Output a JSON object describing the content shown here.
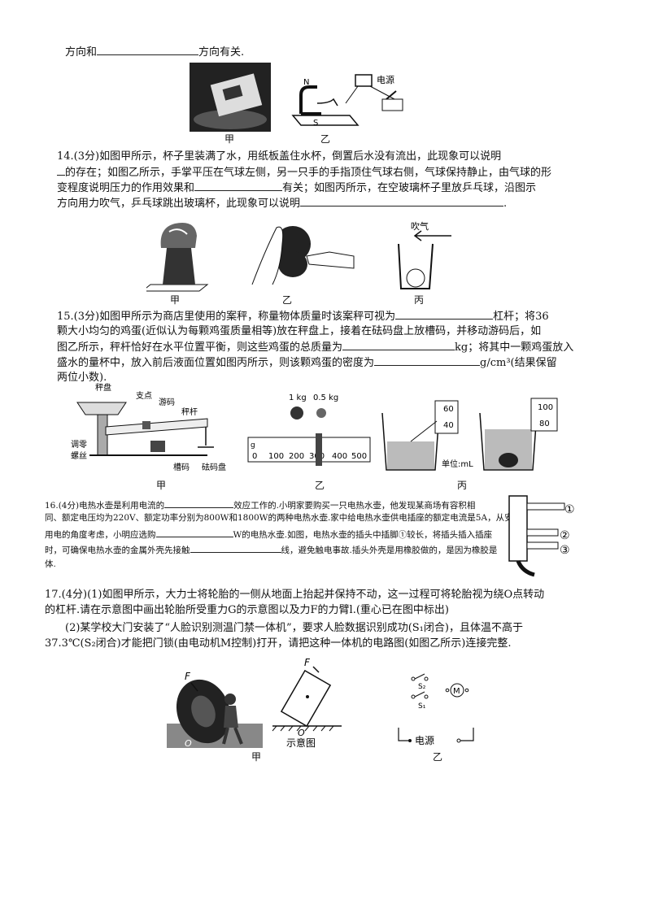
{
  "q13": {
    "line": [
      "方向和",
      "方向有关."
    ],
    "cap_jia": "甲",
    "cap_yi": "乙",
    "label_N": "N",
    "label_S": "S",
    "label_power": "电源"
  },
  "q14": {
    "l1": "14.(3分)如图甲所示，杯子里装满了水，用纸板盖住水杯，倒置后水没有流出，此现象可以说明",
    "l2a": "的存在；如图乙所示，手掌平压在气球左侧，另一只手的手指顶住气球右侧，气球保持静止，由气球的形",
    "l3a": "变程度说明压力的作用效果和",
    "l3b": "有关；如图丙所示，在空玻璃杯子里放乒乓球，沿图示",
    "l4a": "方向用力吹气，乒乓球跳出玻璃杯，此现象可以说明",
    "l4b": ".",
    "cap_jia": "甲",
    "cap_yi": "乙",
    "cap_bing": "丙",
    "blow": "吹气"
  },
  "q15": {
    "l1a": "15.(3分)如图甲所示为商店里使用的案秤，称量物体质量时该案秤可视为",
    "l1b": "杠杆；将36",
    "l2": "颗大小均匀的鸡蛋(近似认为每颗鸡蛋质量相等)放在秤盘上，接着在砝码盘上放槽码，并移动游码后，如",
    "l3a": "图乙所示，秤杆恰好在水平位置平衡，则这些鸡蛋的总质量为",
    "l3b": "kg；将其中一颗鸡蛋放入",
    "l4a": "盛水的量杯中，放入前后液面位置如图丙所示，则该颗鸡蛋的密度为",
    "l4b": "g/cm³(结果保留",
    "l5": "两位小数).",
    "labels": {
      "pan": "秤盘",
      "pivot": "支点",
      "slider": "游码",
      "beam": "秤杆",
      "zero1": "调零",
      "zero2": "螺丝",
      "slot": "槽码",
      "weightpan": "砝码盘",
      "kg1": "1 kg",
      "kg05": "0.5 kg",
      "g": "g",
      "ticks": [
        "0",
        "100",
        "200",
        "300",
        "400",
        "500"
      ],
      "cyl1a": "60",
      "cyl1b": "40",
      "cyl2a": "100",
      "cyl2b": "80",
      "unit": "单位:mL"
    },
    "cap_jia": "甲",
    "cap_yi": "乙",
    "cap_bing": "丙"
  },
  "q16": {
    "l1a": "16.(4分)电热水壶是利用电流的",
    "l1b": "效应工作的.小明家要购买一只电热水壶，他发现某商场有容积相",
    "l2": "同、额定电压均为220V、额定功率分别为800W和1800W的两种电热水壶.家中给电热水壶供电插座的额定电流是5A，从安全",
    "l3a": "用电的角度考虑，小明应选购",
    "l3b": "W的电热水壶.如图，电热水壶的插头中插脚①较长，将插头插入插座",
    "l4": "时，可确保电热水壶的金属外壳先接触",
    "l4b": "线，避免触电事故.插头外壳是用橡胶做的，是因为橡胶是",
    "l5": "体.",
    "pins": [
      "①",
      "②",
      "③"
    ]
  },
  "q17": {
    "l1": "17.(4分)(1)如图甲所示，大力士将轮胎的一侧从地面上抬起并保持不动，这一过程可将轮胎视为绕O点转动",
    "l2": "的杠杆.请在示意图中画出轮胎所受重力G的示意图以及力F的力臂l.(重心已在图中标出)",
    "l3": "(2)某学校大门安装了“人脸识别测温门禁一体机”，要求人脸数据识别成功(S₁闭合)，且体温不高于",
    "l4": "37.3℃(S₂闭合)才能把门锁(由电动机M控制)打开，请把这种一体机的电路图(如图乙所示)连接完整.",
    "F": "F",
    "O": "O",
    "diagram": "示意图",
    "S1": "S₁",
    "S2": "S₂",
    "M": "M",
    "power": "电源",
    "cap_jia": "甲",
    "cap_yi": "乙"
  }
}
